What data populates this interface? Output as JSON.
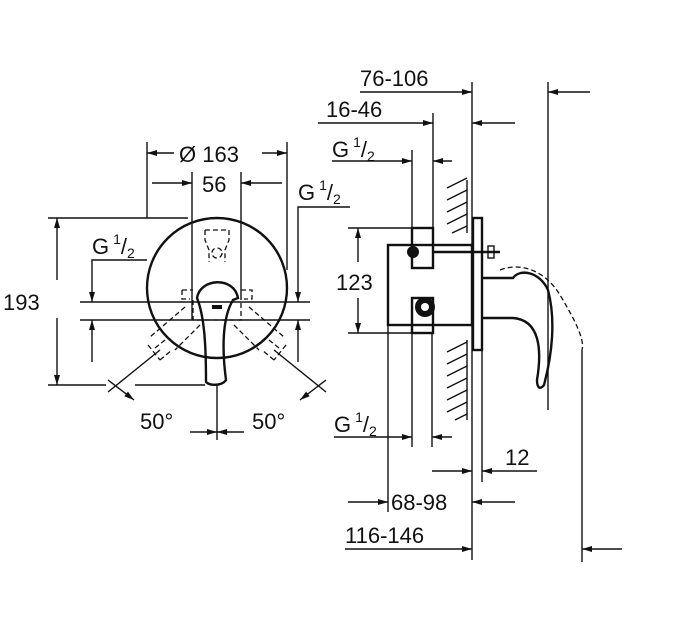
{
  "front_view": {
    "diameter": "Ø 163",
    "width_56": "56",
    "height_193": "193",
    "thread_left": {
      "g": "G",
      "num": "1",
      "slash": "/",
      "den": "2"
    },
    "thread_right": {
      "g": "G",
      "num": "1",
      "slash": "/",
      "den": "2"
    },
    "angle_left": "50°",
    "angle_right": "50°"
  },
  "side_view": {
    "dim_76_106": "76-106",
    "dim_16_46": "16-46",
    "thread_top": {
      "g": "G",
      "num": "1",
      "slash": "/",
      "den": "2"
    },
    "dim_123": "123",
    "thread_bottom": {
      "g": "G",
      "num": "1",
      "slash": "/",
      "den": "2"
    },
    "dim_12": "12",
    "dim_68_98": "68-98",
    "dim_116_146": "116-146"
  }
}
